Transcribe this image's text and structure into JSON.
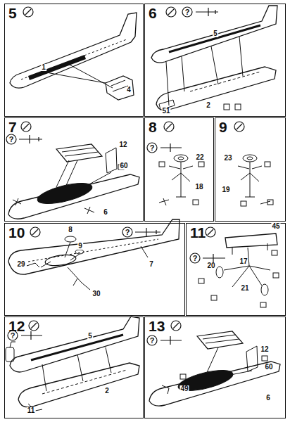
{
  "diagram": {
    "nodes": [
      {
        "text": [
          "5"
        ]
      },
      {
        "text": [
          "6"
        ]
      },
      {
        "text": [
          "7"
        ]
      },
      {
        "text": [
          "8"
        ]
      },
      {
        "text": [
          "9"
        ]
      },
      {
        "text": [
          "10"
        ]
      },
      {
        "text": [
          "11"
        ]
      },
      {
        "text": [
          "12"
        ]
      },
      {
        "text": [
          "13"
        ]
      }
    ],
    "labels": [
      "1",
      "4",
      "?",
      "5",
      "2",
      "51",
      "?",
      "12",
      "60",
      "6",
      "?",
      "22",
      "18",
      "23",
      "19",
      "8",
      "9",
      "?",
      "29",
      "30",
      "7",
      "?",
      "45",
      "20",
      "17",
      "21",
      "?",
      "5",
      "2",
      "11",
      "?",
      "12",
      "60",
      "49",
      "6"
    ]
  }
}
